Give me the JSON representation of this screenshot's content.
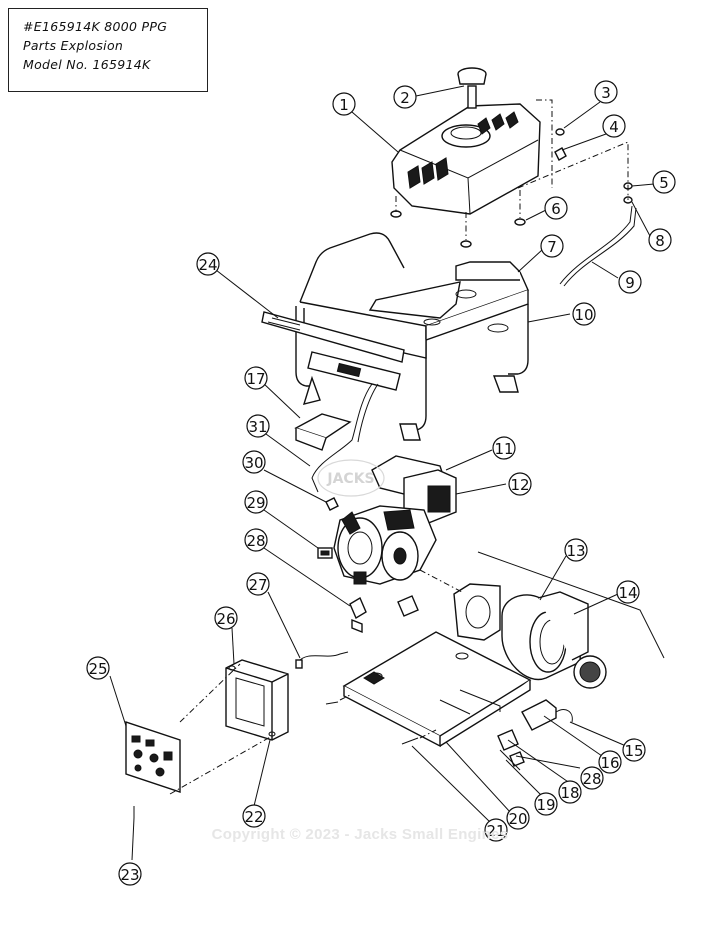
{
  "title_block": {
    "line1": "#E165914K 8000 PPG",
    "line2": "Parts Explosion",
    "line3": "Model No. 165914K"
  },
  "watermark": "Copyright © 2023 - Jacks Small Engines",
  "logo_text": "JACKS",
  "callouts": [
    "1",
    "2",
    "3",
    "4",
    "5",
    "6",
    "7",
    "8",
    "9",
    "10",
    "11",
    "12",
    "13",
    "14",
    "15",
    "16",
    "17",
    "18",
    "19",
    "20",
    "21",
    "22",
    "23",
    "24",
    "25",
    "26",
    "27",
    "28",
    "28",
    "29",
    "30",
    "31"
  ]
}
